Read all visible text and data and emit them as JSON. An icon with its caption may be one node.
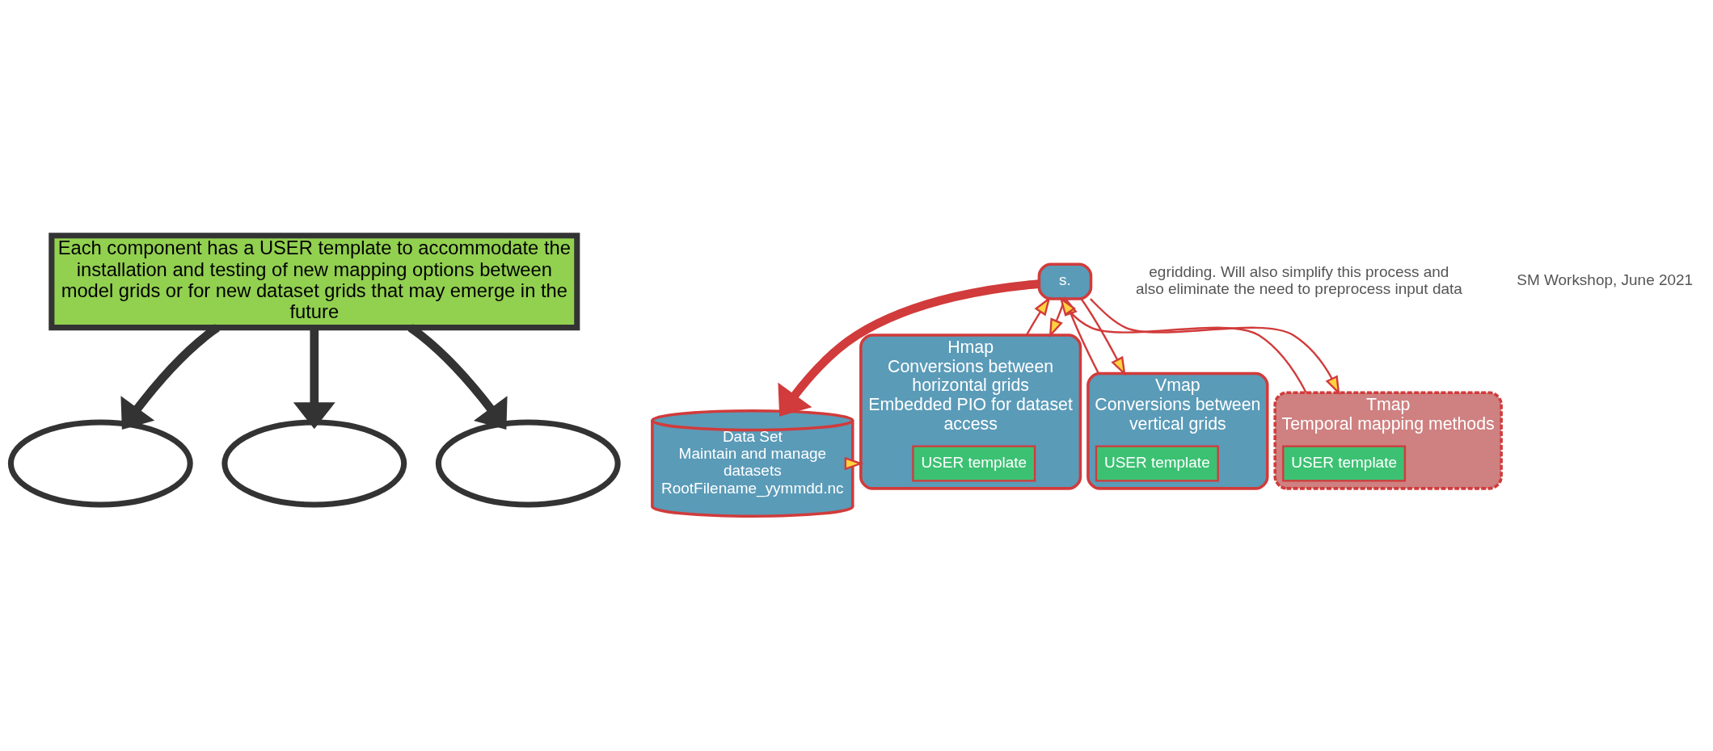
{
  "diagram": {
    "nodes": [
      {
        "text": [
          "Each component has a USER template to accommodate the installation and testing of new mapping options between model grids or for new dataset grids that may emerge in the future"
        ]
      },
      {
        "text": [
          "s."
        ]
      },
      {
        "text": [
          "Data Set",
          "Maintain and manage datasets",
          "RootFilename_yymmdd.nc"
        ]
      },
      {
        "text": [
          "Hmap",
          "Conversions between horizontal grids",
          "Embedded PIO for dataset access"
        ]
      },
      {
        "text": [
          "USER template"
        ],
        "in": 3
      },
      {
        "text": [
          "Vmap",
          "Conversions between vertical grids"
        ]
      },
      {
        "text": [
          "USER template"
        ],
        "in": 5
      },
      {
        "text": [
          "Tmap",
          "Temporal mapping methods"
        ]
      },
      {
        "text": [
          "USER template"
        ],
        "in": 7
      },
      {
        "text": [],
        "shape": "ellipse"
      },
      {
        "text": [],
        "shape": "ellipse"
      },
      {
        "text": [],
        "shape": "ellipse"
      }
    ],
    "edges": [
      {
        "from": 1,
        "to": 2,
        "arrow": "to",
        "style": "thick",
        "color": "#d13b3b"
      },
      {
        "from": 2,
        "to": 3,
        "arrow": "to"
      },
      {
        "from": 1,
        "to": 3,
        "arrow": "to"
      },
      {
        "from": 3,
        "to": 1,
        "arrow": "to"
      },
      {
        "from": 1,
        "to": 5,
        "arrow": "to"
      },
      {
        "from": 5,
        "to": 1,
        "arrow": "to"
      },
      {
        "from": 1,
        "to": 7,
        "arrow": "to"
      },
      {
        "from": 7,
        "to": 1,
        "arrow": "to"
      },
      {
        "from": 0,
        "to": 9,
        "arrow": "to",
        "style": "thick",
        "color": "#333333"
      },
      {
        "from": 0,
        "to": 10,
        "arrow": "to",
        "style": "thick",
        "color": "#333333"
      },
      {
        "from": 0,
        "to": 11,
        "arrow": "to",
        "style": "thick",
        "color": "#333333"
      }
    ],
    "labels": [
      "egridding. Will also simplify this process and also eliminate the need to preprocess input data",
      "SM Workshop, June 2021"
    ]
  }
}
